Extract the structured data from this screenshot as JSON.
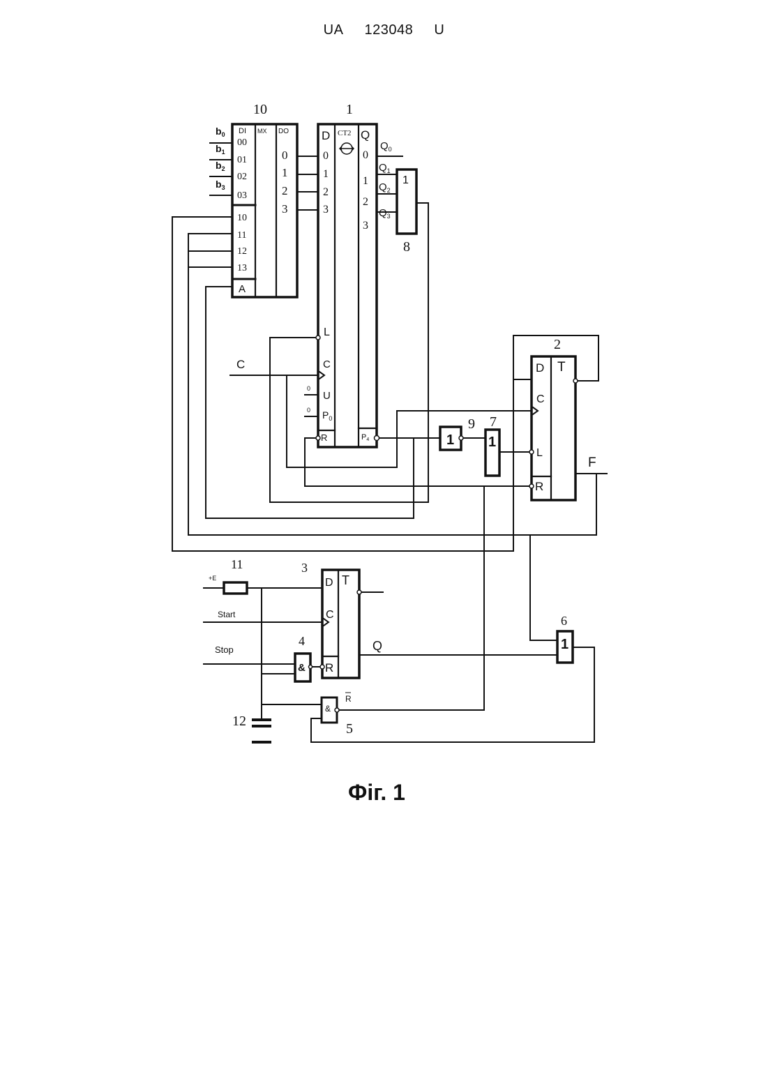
{
  "header": {
    "office": "UA",
    "number": "123048",
    "kind": "U"
  },
  "caption": "Фіг. 1",
  "blocks": {
    "mux": {
      "num": "10",
      "di": "DI",
      "mx": "MX",
      "do": "DO",
      "a": "A",
      "in0": [
        "00",
        "01",
        "02",
        "03"
      ],
      "in1": [
        "10",
        "11",
        "12",
        "13"
      ],
      "out": [
        "0",
        "1",
        "2",
        "3"
      ]
    },
    "counter": {
      "num": "1",
      "d": "D",
      "ct": "CT2",
      "q": "Q",
      "d_pins": [
        "0",
        "1",
        "2",
        "3"
      ],
      "q_pins": [
        "0",
        "1",
        "2",
        "3"
      ],
      "l": "L",
      "c": "C",
      "u": "U",
      "p0": "P",
      "p0_sub": "0",
      "r": "R",
      "pq": "P",
      "pq_sub": "4",
      "zero1": "0",
      "zero2": "0"
    },
    "trig2": {
      "num": "2",
      "d": "D",
      "t": "T",
      "c": "C",
      "l": "L",
      "r": "R"
    },
    "trig3": {
      "num": "3",
      "d": "D",
      "t": "T",
      "c": "C",
      "r": "R"
    },
    "or8": {
      "num": "8",
      "sym": "1"
    },
    "not9": {
      "num": "9",
      "sym": "1"
    },
    "or7": {
      "num": "7",
      "sym": "1"
    },
    "or6": {
      "num": "6",
      "sym": "1"
    },
    "and4": {
      "num": "4",
      "sym": "&"
    },
    "and5": {
      "num": "5",
      "sym": "&"
    },
    "res11": {
      "num": "11"
    },
    "cap12": {
      "num": "12"
    }
  },
  "signals": {
    "b": [
      "b",
      "b",
      "b",
      "b"
    ],
    "b_sub": [
      "0",
      "1",
      "2",
      "3"
    ],
    "q": [
      "Q",
      "Q",
      "Q",
      "Q"
    ],
    "q_sub": [
      "0",
      "1",
      "2",
      "3"
    ],
    "c": "C",
    "f": "F",
    "e": "+E",
    "start": "Start",
    "stop": "Stop",
    "q_out": "Q",
    "rbar": "R"
  }
}
